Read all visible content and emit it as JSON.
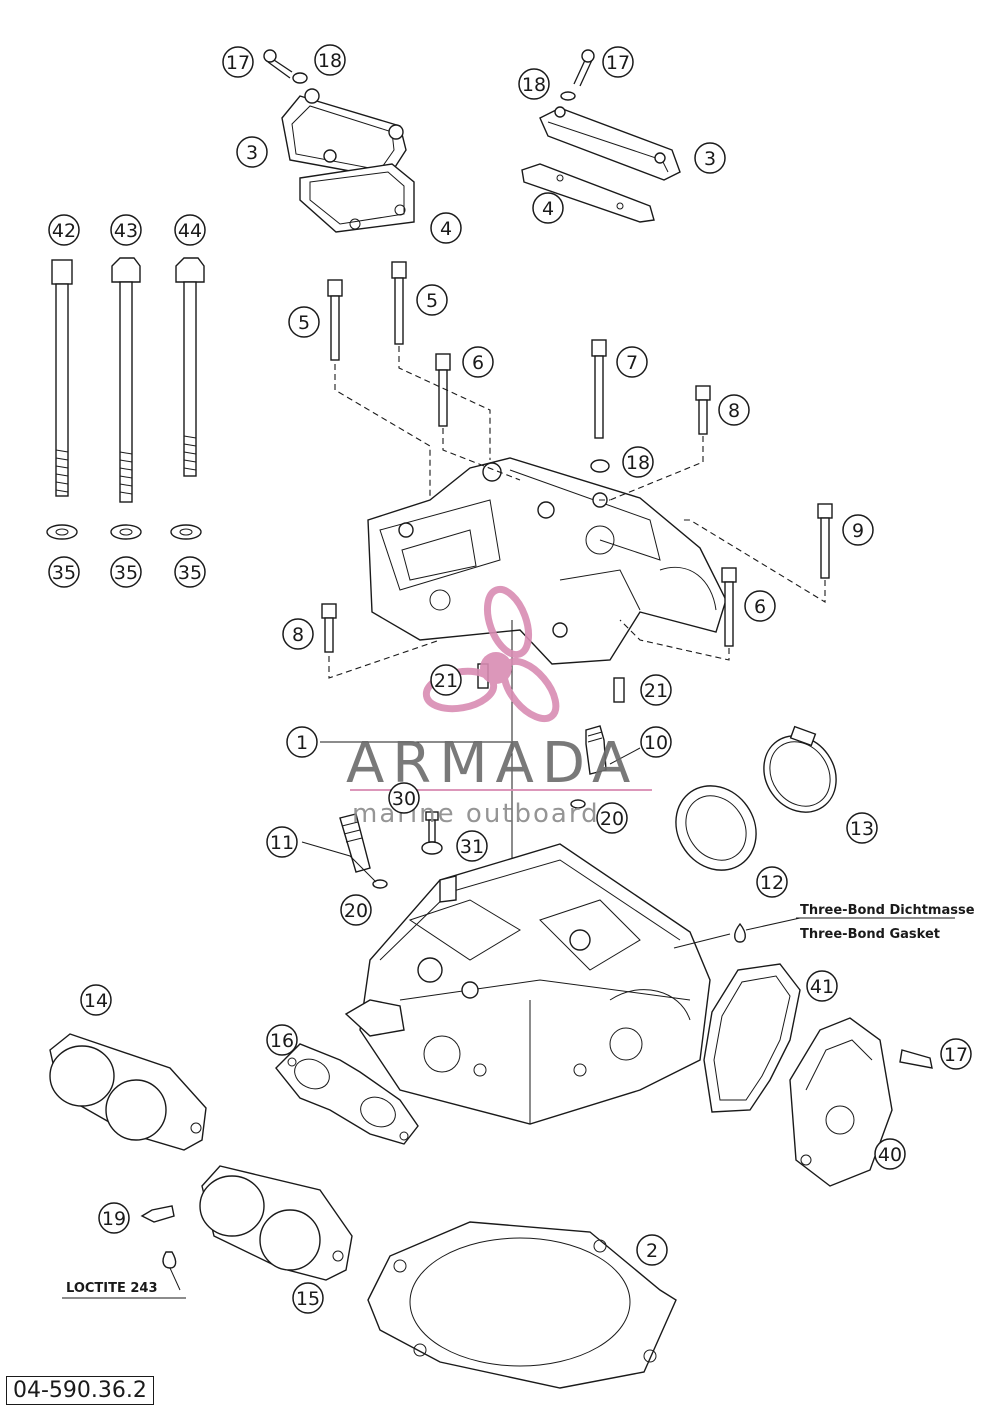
{
  "callouts": [
    "17",
    "18",
    "3",
    "4",
    "17",
    "18",
    "3",
    "4",
    "42",
    "43",
    "44",
    "5",
    "5",
    "6",
    "7",
    "8",
    "18",
    "9",
    "6",
    "8",
    "35",
    "35",
    "35",
    "21",
    "21",
    "1",
    "10",
    "30",
    "31",
    "20",
    "11",
    "20",
    "12",
    "13",
    "14",
    "16",
    "41",
    "17",
    "40",
    "19",
    "15",
    "2"
  ],
  "notes": {
    "three_bond_de": "Three-Bond Dichtmasse",
    "three_bond_en": "Three-Bond Gasket",
    "loctite": "LOCTITE 243"
  },
  "watermark": {
    "brand": "ARMADA",
    "tagline": "marine outboards",
    "accent_color": "#d98cb3"
  },
  "reference_code": "04-590.36.2"
}
